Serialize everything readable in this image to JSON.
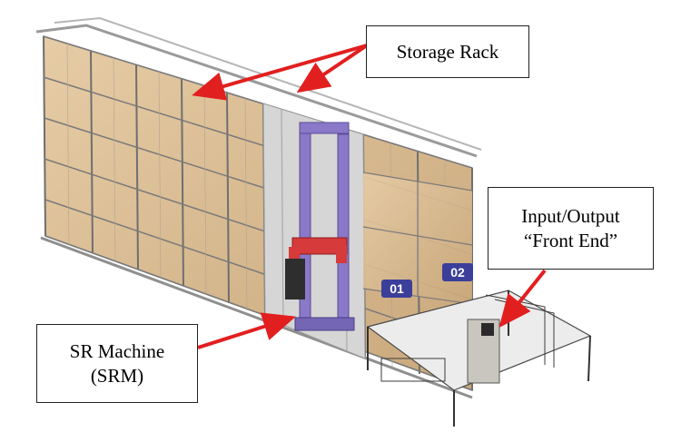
{
  "callouts": {
    "storage_rack": {
      "label": "Storage Rack"
    },
    "input_output": {
      "line1": "Input/Output",
      "line2": "“Front End”"
    },
    "sr_machine": {
      "line1": "SR Machine",
      "line2": "(SRM)"
    }
  },
  "rack_plates": {
    "left": "01",
    "right": "02"
  },
  "colors": {
    "arrow": "#e21f1f",
    "box": "#d9b98f",
    "frame": "#9a9a9a",
    "crane": "#8a78c8",
    "crane_arm": "#d63a3a",
    "plate": "#3b3f9a"
  }
}
